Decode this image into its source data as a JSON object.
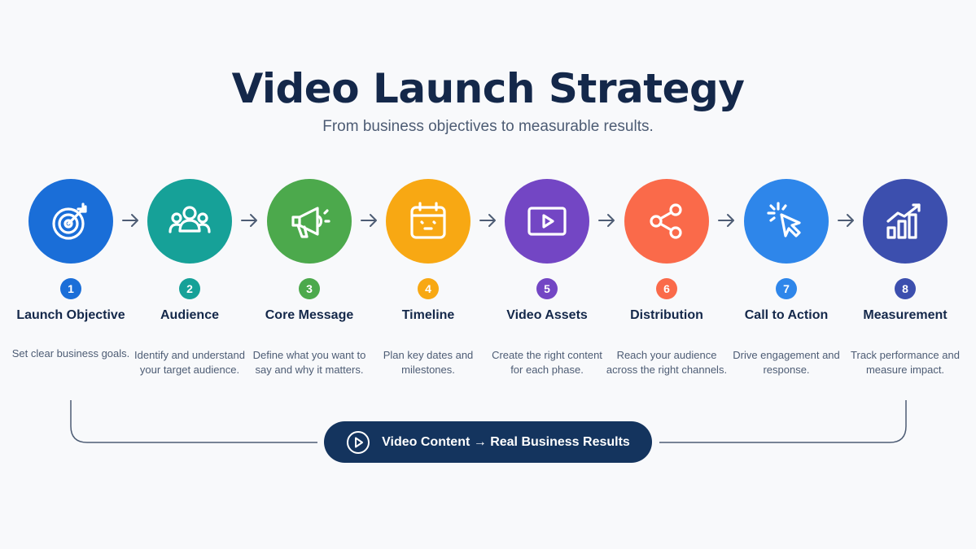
{
  "title": "Video Launch Strategy",
  "subtitle": "From business objectives to measurable results.",
  "steps": [
    {
      "num": "1",
      "label": "Launch Objective",
      "desc": "Set clear business goals.",
      "color": "#1a6ed8",
      "icon": "target-icon"
    },
    {
      "num": "2",
      "label": "Audience",
      "desc": "Identify and understand your target audience.",
      "color": "#16a198",
      "icon": "users-icon"
    },
    {
      "num": "3",
      "label": "Core Message",
      "desc": "Define what you want to say and why it matters.",
      "color": "#4ca94c",
      "icon": "megaphone-icon"
    },
    {
      "num": "4",
      "label": "Timeline",
      "desc": "Plan key dates and milestones.",
      "color": "#f8a813",
      "icon": "calendar-icon"
    },
    {
      "num": "5",
      "label": "Video Assets",
      "desc": "Create the right content for each phase.",
      "color": "#7346c4",
      "icon": "video-play-icon"
    },
    {
      "num": "6",
      "label": "Distribution",
      "desc": "Reach your audience across the right channels.",
      "color": "#fa6a4a",
      "icon": "share-icon"
    },
    {
      "num": "7",
      "label": "Call to Action",
      "desc": "Drive engagement and response.",
      "color": "#2e86ea",
      "icon": "cursor-click-icon"
    },
    {
      "num": "8",
      "label": "Measurement",
      "desc": "Track performance and measure impact.",
      "color": "#3c4fae",
      "icon": "bar-chart-growth-icon"
    }
  ],
  "footer": {
    "label": "Video Content → Real Business Results",
    "icon": "play-circle-icon",
    "bg": "#14345e"
  }
}
